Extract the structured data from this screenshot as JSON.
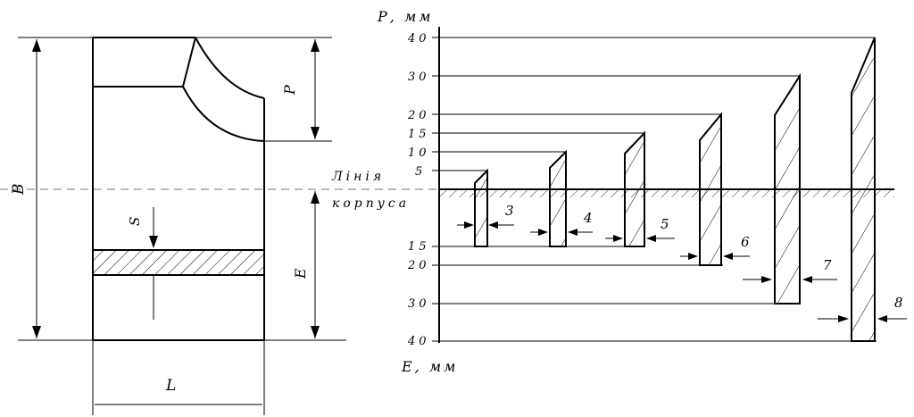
{
  "left_figure": {
    "label_B": "В",
    "label_P": "Р",
    "label_S": "S",
    "label_E": "Е",
    "label_L": "L"
  },
  "right_figure": {
    "axis_top_label": "Р, мм",
    "axis_bottom_label": "Е, мм",
    "hull_line_label_1": "Лінія",
    "hull_line_label_2": "корпуса",
    "p_ticks": [
      "40",
      "30",
      "20",
      "15",
      "10",
      "5"
    ],
    "e_ticks": [
      "15",
      "20",
      "30",
      "40"
    ],
    "specimen_labels": [
      "3",
      "4",
      "5",
      "6",
      "7",
      "8"
    ]
  }
}
